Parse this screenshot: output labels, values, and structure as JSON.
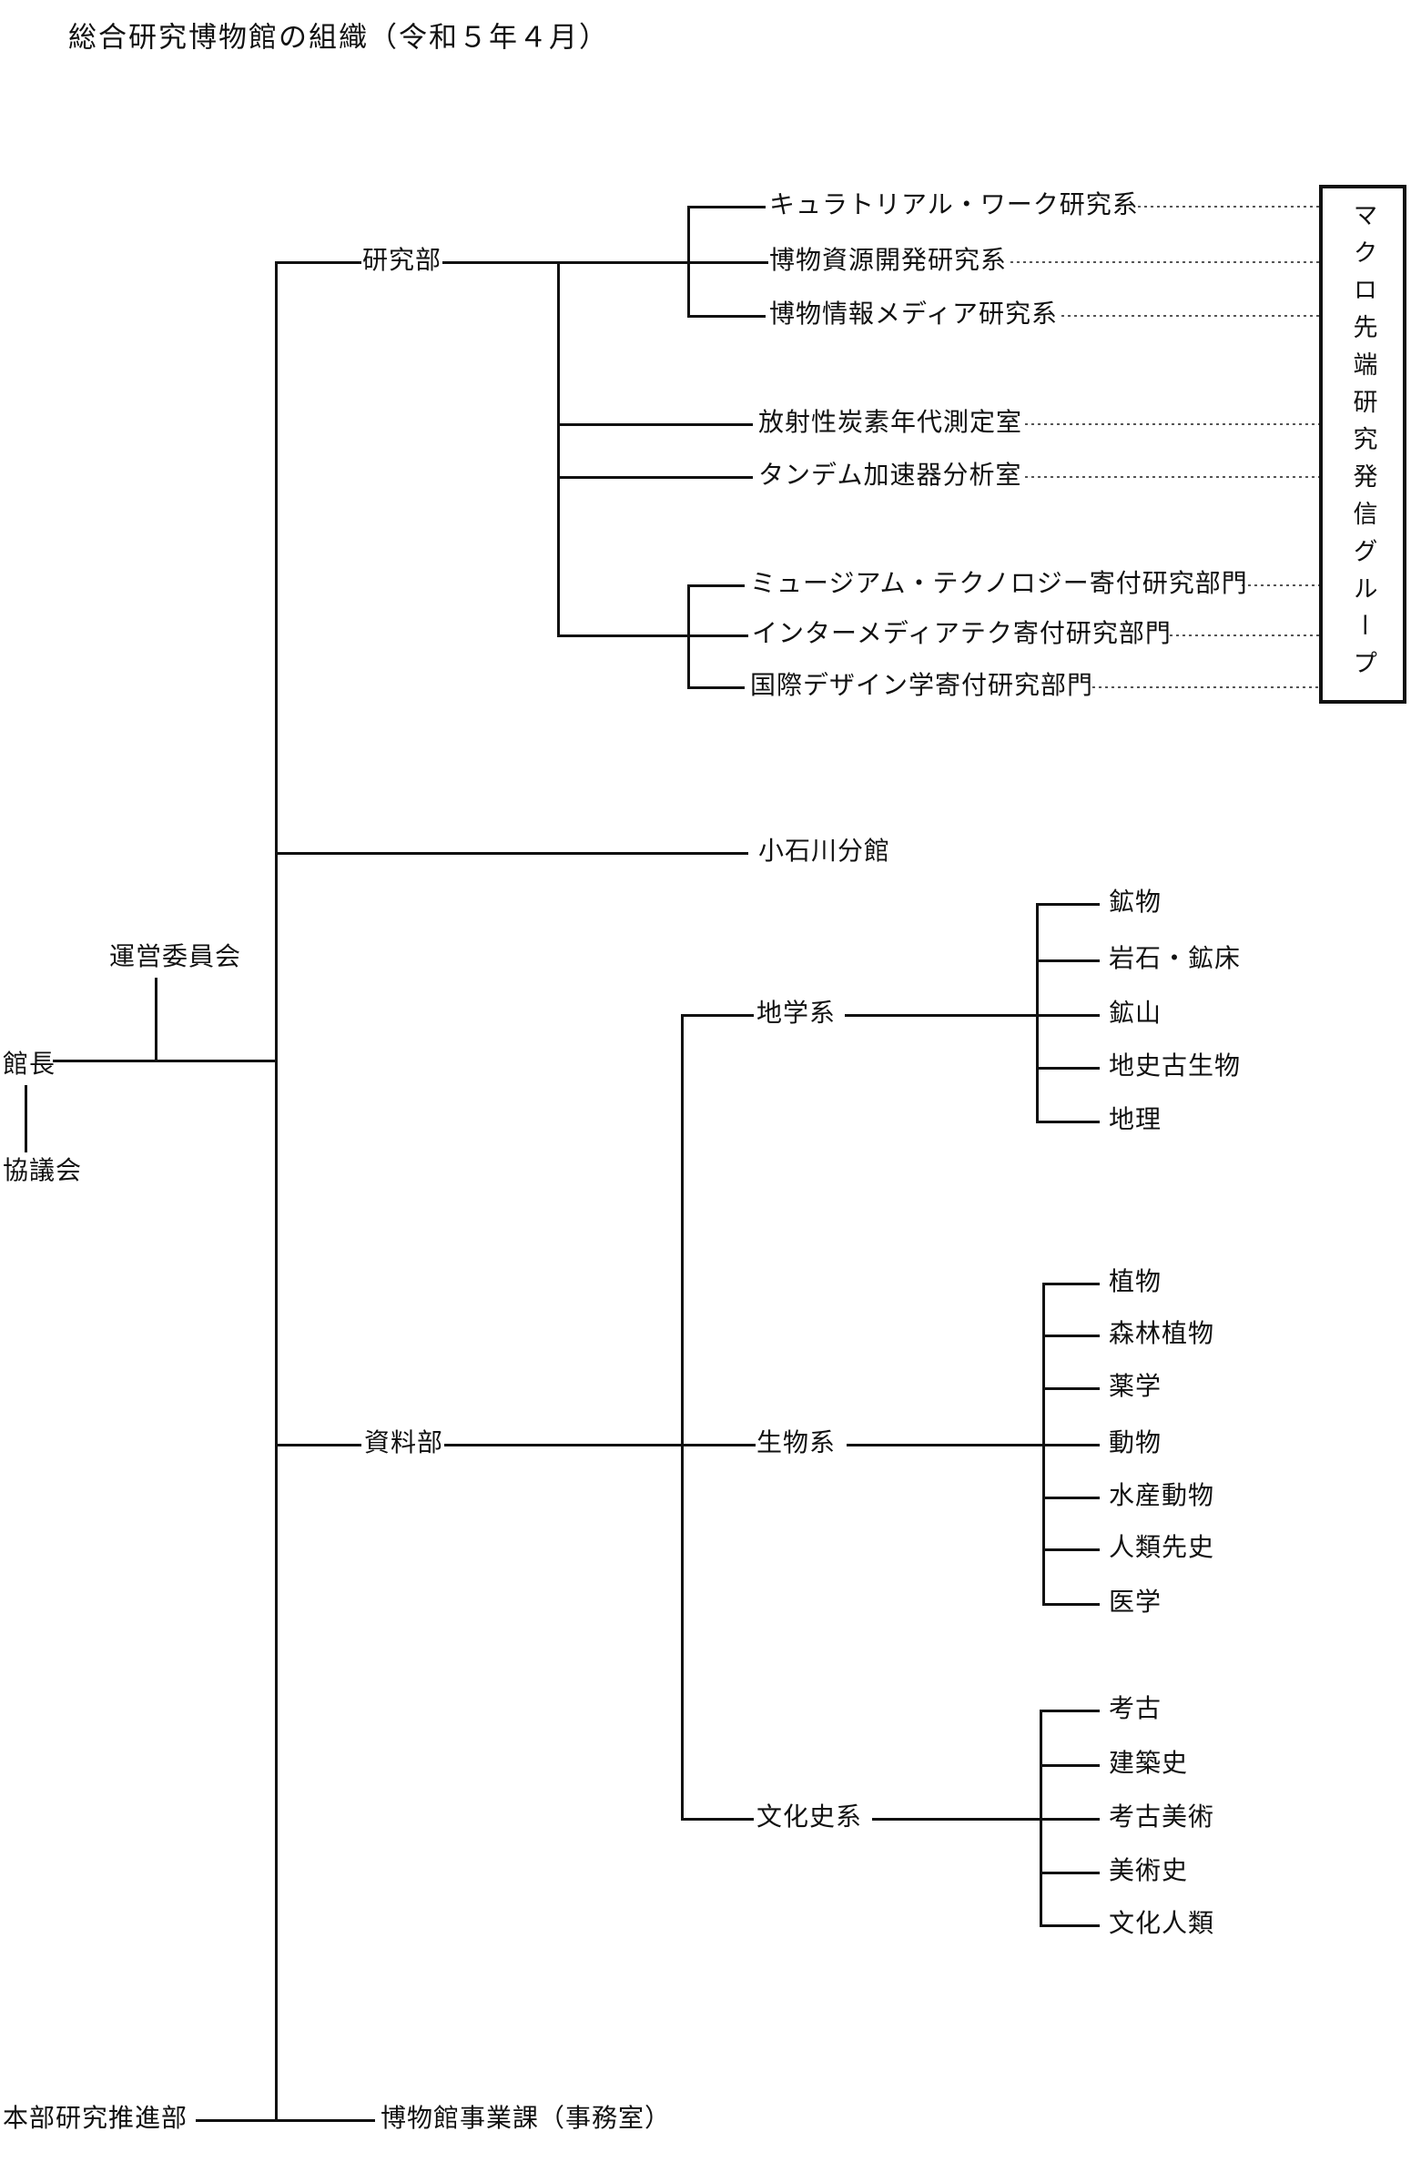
{
  "title": "総合研究博物館の組織（令和５年４月）",
  "left": {
    "steering_committee": "運営委員会",
    "director": "館長",
    "council": "協議会"
  },
  "macro_group": "マクロ先端研究発信グループ",
  "research_dept": {
    "label": "研究部",
    "systems": [
      "キュラトリアル・ワーク研究系",
      "博物資源開発研究系",
      "博物情報メディア研究系"
    ],
    "labs": [
      "放射性炭素年代測定室",
      "タンデム加速器分析室"
    ],
    "endowed": [
      "ミュージアム・テクノロジー寄付研究部門",
      "インターメディアテク寄付研究部門",
      "国際デザイン学寄付研究部門"
    ]
  },
  "koishikawa": "小石川分館",
  "materials_dept": {
    "label": "資料部",
    "geoscience": {
      "label": "地学系",
      "children": [
        "鉱物",
        "岩石・鉱床",
        "鉱山",
        "地史古生物",
        "地理"
      ]
    },
    "biology": {
      "label": "生物系",
      "children": [
        "植物",
        "森林植物",
        "薬学",
        "動物",
        "水産動物",
        "人類先史",
        "医学"
      ]
    },
    "cultural_history": {
      "label": "文化史系",
      "children": [
        "考古",
        "建築史",
        "考古美術",
        "美術史",
        "文化人類"
      ]
    }
  },
  "bottom": {
    "hq": "本部研究推進部",
    "office": "博物館事業課（事務室）"
  }
}
